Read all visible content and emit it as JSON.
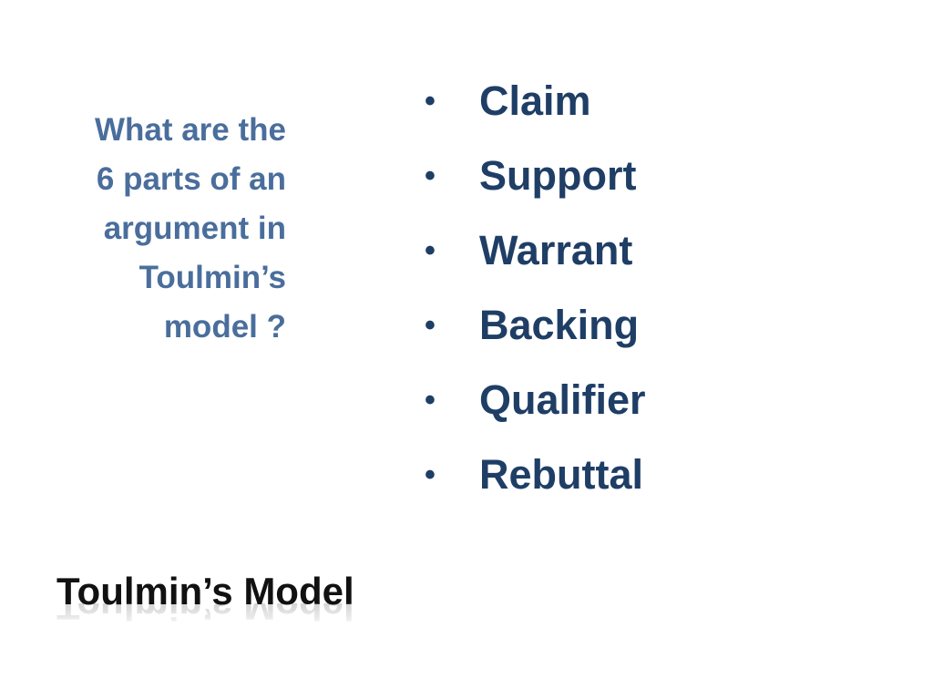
{
  "slide": {
    "question_lines": [
      "What are the",
      "6 parts of an",
      "argument in",
      "Toulmin’s",
      "model ?"
    ],
    "bullet_symbol": "•",
    "bullets": [
      {
        "label": "Claim"
      },
      {
        "label": "Support"
      },
      {
        "label": "Warrant"
      },
      {
        "label": "Backing"
      },
      {
        "label": "Qualifier"
      },
      {
        "label": "Rebuttal"
      }
    ],
    "title": "Toulmin’s Model",
    "colors": {
      "question_text": "#4a6e9c",
      "bullet_text": "#1f3e66",
      "title_text": "#111111",
      "background": "#ffffff"
    }
  }
}
